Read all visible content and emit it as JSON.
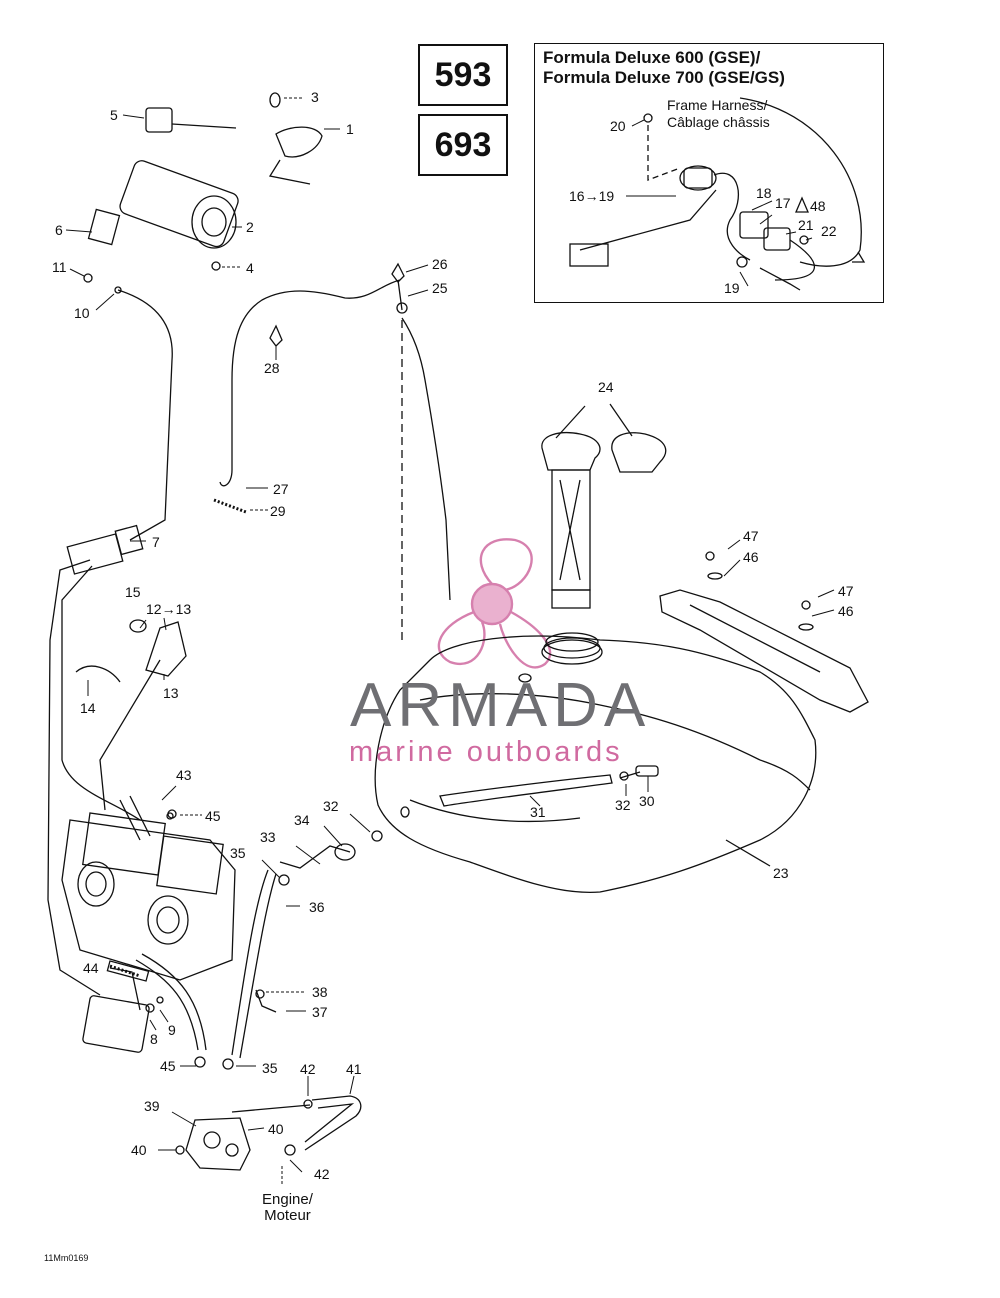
{
  "codes": [
    "593",
    "693"
  ],
  "inset": {
    "title_line1": "Formula Deluxe 600 (GSE)/",
    "title_line2": "Formula Deluxe 700 (GSE/GS)",
    "harness_line1": "Frame Harness/",
    "harness_line2": "Câblage châssis"
  },
  "watermark": {
    "brand": "ARMADA",
    "tagline": "marine outboards",
    "color_brand": "#6f6f73",
    "color_accent": "#d06aa0"
  },
  "engine_label_line1": "Engine/",
  "engine_label_line2": "Moteur",
  "drawing_code": "11Mm0169",
  "callouts": {
    "c1": "1",
    "c2": "2",
    "c3": "3",
    "c4": "4",
    "c5": "5",
    "c6": "6",
    "c7": "7",
    "c8": "8",
    "c9": "9",
    "c10": "10",
    "c11": "11",
    "c12_13": "12→13",
    "c13": "13",
    "c14": "14",
    "c15": "15",
    "c16_19": "16→19",
    "c17": "17",
    "c18": "18",
    "c19": "19",
    "c20": "20",
    "c21": "21",
    "c22": "22",
    "c23": "23",
    "c24": "24",
    "c25": "25",
    "c26": "26",
    "c27": "27",
    "c28": "28",
    "c29": "29",
    "c30": "30",
    "c31": "31",
    "c32a": "32",
    "c32b": "32",
    "c33": "33",
    "c34": "34",
    "c35a": "35",
    "c35b": "35",
    "c36": "36",
    "c37": "37",
    "c38": "38",
    "c39": "39",
    "c40a": "40",
    "c40b": "40",
    "c41": "41",
    "c42a": "42",
    "c42b": "42",
    "c43": "43",
    "c44": "44",
    "c45a": "45",
    "c45b": "45",
    "c46a": "46",
    "c46b": "46",
    "c47a": "47",
    "c47b": "47",
    "c48": "48"
  }
}
